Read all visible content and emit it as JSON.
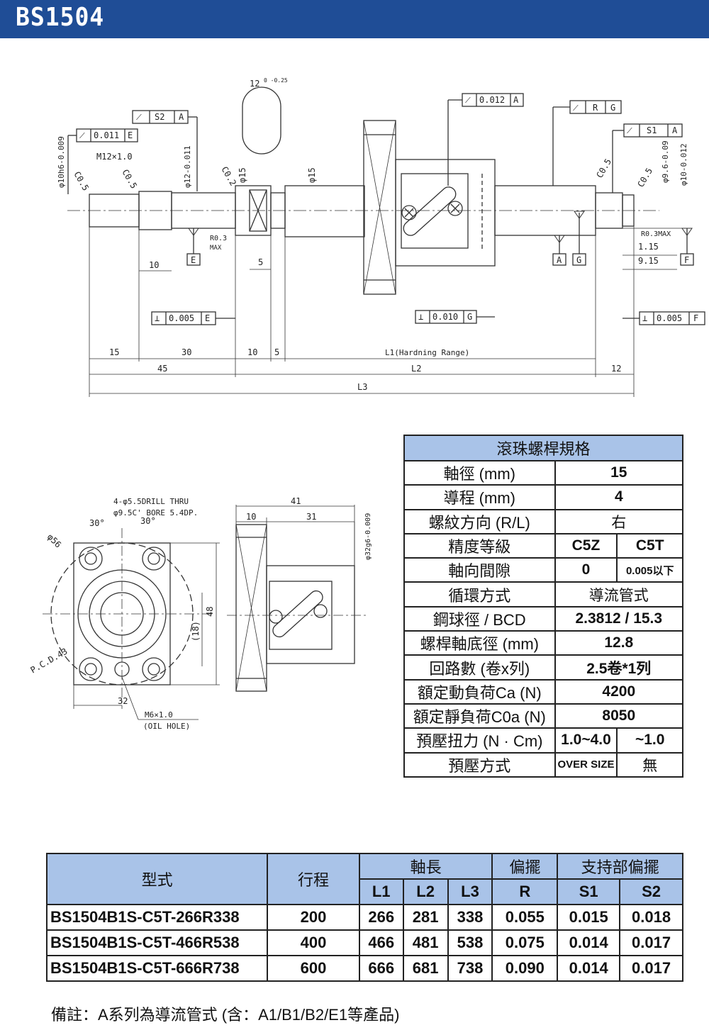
{
  "header": {
    "title": "BS1504"
  },
  "drawing": {
    "top_dim": "12",
    "tol_top_dim": "0\n-0.25",
    "fcf_s2": [
      "S2",
      "A"
    ],
    "fcf_0011e": [
      "0.011",
      "E"
    ],
    "fcf_0012a": [
      "0.012",
      "A"
    ],
    "fcf_rg": [
      "R",
      "G"
    ],
    "fcf_s1a": [
      "S1",
      "A"
    ],
    "m12": "M12×1.0",
    "c05": "C0.5",
    "c02": "C0.2",
    "phi10h6": "φ10h6-0.009",
    "phi12": "φ12-0.011",
    "phi15a": "φ15",
    "phi15b": "φ15",
    "phi96": "φ9.6-0.09",
    "phi10": "φ10-0.012",
    "r03": "R0.3",
    "max": "MAX",
    "r03max": "R0.3MAX",
    "dim115": "1.15",
    "dim915": "9.15",
    "datum_e": "E",
    "datum_a": "A",
    "datum_g": "G",
    "datum_f": "F",
    "dim10": "10",
    "dim5": "5",
    "fcf_perp_e": [
      "0.005",
      "E"
    ],
    "fcf_perp_g": [
      "0.010",
      "G"
    ],
    "fcf_perp_f": [
      "0.005",
      "F"
    ],
    "dims_row1": [
      "15",
      "30",
      "10",
      "5"
    ],
    "l1_label": "L1(Hardning Range)",
    "dims_row2": [
      "45",
      "L2",
      "12"
    ],
    "l3": "L3",
    "flange_note1": "4-φ5.5DRILL THRU",
    "flange_note2": "φ9.5C' BORE 5.4DP.",
    "angle30a": "30°",
    "angle30b": "30°",
    "phi56": "φ56",
    "pcd": "P.C.D.43",
    "dim48": "48",
    "dim18": "(18)",
    "dim32": "32",
    "m6": "M6×1.0",
    "oil": "(OIL HOLE)",
    "dim41": "41",
    "dim10b": "10",
    "dim31": "31",
    "phi32": "φ32g6-0.009"
  },
  "spec": {
    "title": "滾珠螺桿規格",
    "rows": [
      {
        "label": "軸徑 (mm)",
        "value": "15"
      },
      {
        "label": "導程 (mm)",
        "value": "4"
      },
      {
        "label": "螺紋方向 (R/L)",
        "value": "右"
      },
      {
        "label": "精度等級",
        "v1": "C5Z",
        "v2": "C5T"
      },
      {
        "label": "軸向間隙",
        "v1": "0",
        "v2": "0.005以下"
      },
      {
        "label": "循環方式",
        "value": "導流管式"
      },
      {
        "label": "鋼球徑 / BCD",
        "value": "2.3812 / 15.3"
      },
      {
        "label": "螺桿軸底徑 (mm)",
        "value": "12.8"
      },
      {
        "label": "回路數 (卷x列)",
        "value": "2.5卷*1列"
      },
      {
        "label": "額定動負荷Ca  (N)",
        "value": "4200"
      },
      {
        "label": "額定靜負荷C0a  (N)",
        "value": "8050"
      },
      {
        "label": "預壓扭力  (N · Cm)",
        "v1": "1.0~4.0",
        "v2": "~1.0"
      },
      {
        "label": "預壓方式",
        "v1": "OVER SIZE",
        "v2": "無"
      }
    ]
  },
  "models": {
    "headers": {
      "type": "型式",
      "stroke": "行程",
      "length": "軸長",
      "runout": "偏擺",
      "support": "支持部偏擺",
      "l1": "L1",
      "l2": "L2",
      "l3": "L3",
      "r": "R",
      "s1": "S1",
      "s2": "S2"
    },
    "rows": [
      {
        "model": "BS1504B1S-C5T-266R338",
        "stroke": "200",
        "l1": "266",
        "l2": "281",
        "l3": "338",
        "r": "0.055",
        "s1": "0.015",
        "s2": "0.018"
      },
      {
        "model": "BS1504B1S-C5T-466R538",
        "stroke": "400",
        "l1": "466",
        "l2": "481",
        "l3": "538",
        "r": "0.075",
        "s1": "0.014",
        "s2": "0.017"
      },
      {
        "model": "BS1504B1S-C5T-666R738",
        "stroke": "600",
        "l1": "666",
        "l2": "681",
        "l3": "738",
        "r": "0.090",
        "s1": "0.014",
        "s2": "0.017"
      }
    ]
  },
  "note": "備註：A系列為導流管式  (含：A1/B1/B2/E1等產品)"
}
